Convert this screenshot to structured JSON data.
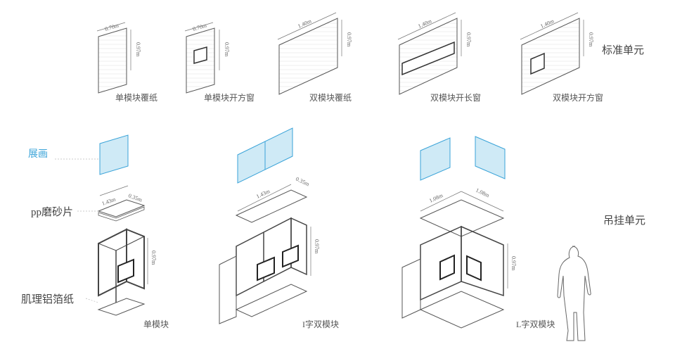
{
  "top_row": {
    "units": [
      {
        "caption": "单模块覆纸",
        "width": "0.70m",
        "height": "0.97m"
      },
      {
        "caption": "单模块开方窗",
        "width": "0.70m",
        "height": "0.97m"
      },
      {
        "caption": "双模块覆纸",
        "width": "1.40m",
        "height": "0.97m"
      },
      {
        "caption": "双模块开长窗",
        "width": "1.40m",
        "height": "0.97m"
      },
      {
        "caption": "双模块开方窗",
        "width": "1.40m",
        "height": "0.97m"
      }
    ],
    "section_label": "标准单元"
  },
  "bottom_row": {
    "section_label": "吊挂单元",
    "layer_labels": {
      "exhibit": "展画",
      "pp_sheet": "pp磨砂片",
      "skin": "肌理铝箔纸"
    },
    "modules": [
      {
        "caption": "单模块",
        "depth": "0.35m",
        "width": "1.43m",
        "height": "0.97m"
      },
      {
        "caption": "I字双模块",
        "depth": "0.35m",
        "width": "1.43m",
        "height": "0.97m"
      },
      {
        "caption": "L字双模块",
        "width_a": "1.08m",
        "width_b": "1.08m",
        "height": "0.97m"
      }
    ]
  },
  "colors": {
    "accent_blue": "#3aa3d8",
    "panel_fill": "#cfeaf6",
    "line": "#555555"
  }
}
